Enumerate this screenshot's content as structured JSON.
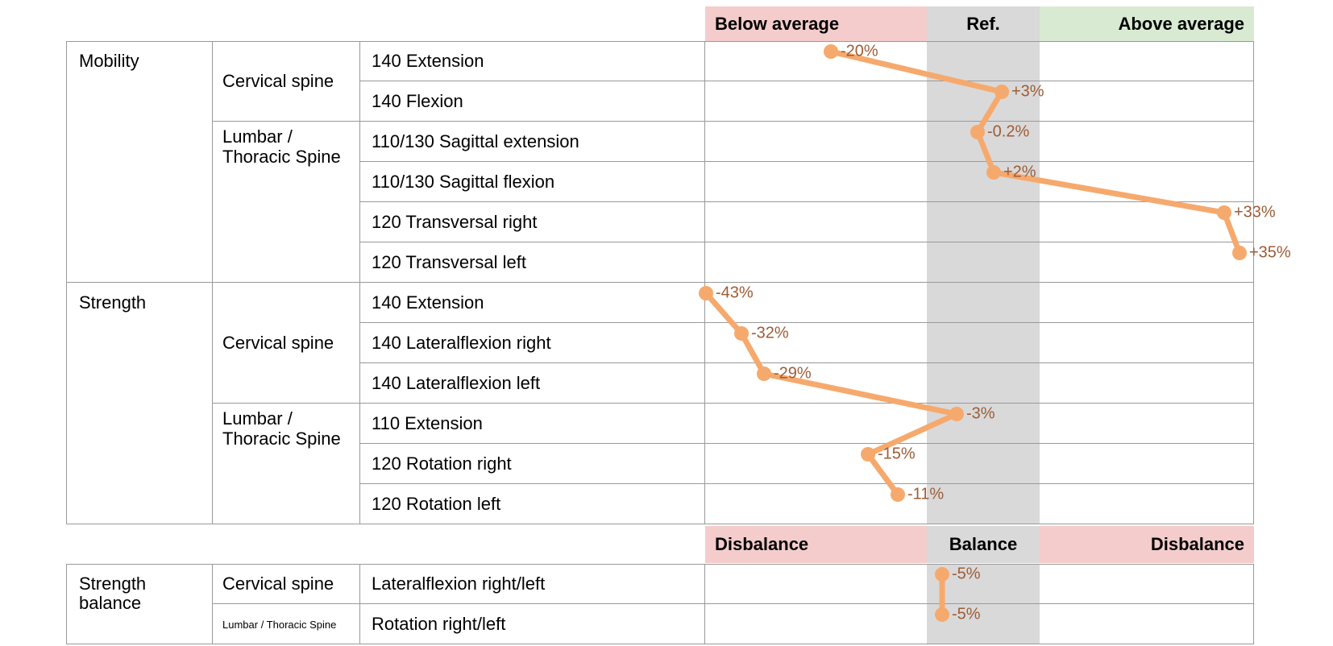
{
  "report": {
    "header_top": {
      "below_average": "Below average",
      "reference": "Ref.",
      "above_average": "Above average"
    },
    "header_balance": {
      "disbalance_left": "Disbalance",
      "balance": "Balance",
      "disbalance_right": "Disbalance"
    },
    "categories": {
      "mobility": "Mobility",
      "strength": "Strength",
      "strength_balance": "Strength\nbalance"
    },
    "regions": {
      "mobility_cervical": "Cervical spine",
      "mobility_lumbar": "Lumbar /\nThoracic Spine",
      "strength_cervical": "Cervical spine",
      "strength_lumbar": "Lumbar /\nThoracic Spine",
      "balance_cervical": "Cervical spine",
      "balance_lumbar": "Lumbar / Thoracic Spine"
    },
    "measurements": [
      "140 Extension",
      "140 Flexion",
      "110/130 Sagittal extension",
      "110/130 Sagittal flexion",
      "120 Transversal right",
      "120 Transversal left",
      "140 Extension",
      "140 Lateralflexion right",
      "140 Lateralflexion left",
      "110 Extension",
      "120 Rotation right",
      "120 Rotation left",
      "Lateralflexion right/left",
      "Rotation right/left"
    ]
  },
  "chart_data": {
    "type": "line",
    "orientation": "horizontal category rows; value plotted on x-axis as % deviation from reference",
    "x_axis": {
      "left_zone_label": "Below average",
      "zero_zone_label": "Ref.",
      "right_zone_label": "Above average",
      "balance_left_zone_label": "Disbalance",
      "balance_zero_zone_label": "Balance",
      "balance_right_zone_label": "Disbalance",
      "approx_visible_range_pct": [
        -37,
        37
      ],
      "values_below_range_clamped_to_edge": true
    },
    "legend": "none",
    "grid": "row separator lines only",
    "series": [
      {
        "name": "Mobility",
        "categories": [
          "140 Extension",
          "140 Flexion",
          "110/130 Sagittal extension",
          "110/130 Sagittal flexion",
          "120 Transversal right",
          "120 Transversal left"
        ],
        "values": [
          -20,
          3,
          -0.2,
          2,
          33,
          35
        ],
        "point_labels": [
          "-20%",
          "+3%",
          "-0.2%",
          "+2%",
          "+33%",
          "+35%"
        ]
      },
      {
        "name": "Strength",
        "categories": [
          "140 Extension",
          "140 Lateralflexion right",
          "140 Lateralflexion left",
          "110 Extension",
          "120 Rotation right",
          "120 Rotation left"
        ],
        "values": [
          -43,
          -32,
          -29,
          -3,
          -15,
          -11
        ],
        "point_labels": [
          "-43%",
          "-32%",
          "-29%",
          "-3%",
          "-15%",
          "-11%"
        ]
      },
      {
        "name": "Strength balance",
        "categories": [
          "Lateralflexion right/left",
          "Rotation right/left"
        ],
        "values": [
          -5,
          -5
        ],
        "point_labels": [
          "-5%",
          "-5%"
        ]
      }
    ],
    "colors": {
      "series_line": "#F6A96D",
      "point_label_text": "#9D5C36",
      "below_band": "#F4CCCC",
      "reference_band": "#D9D9D9",
      "above_band": "#D9EAD3",
      "grid_border": "#999999"
    }
  }
}
